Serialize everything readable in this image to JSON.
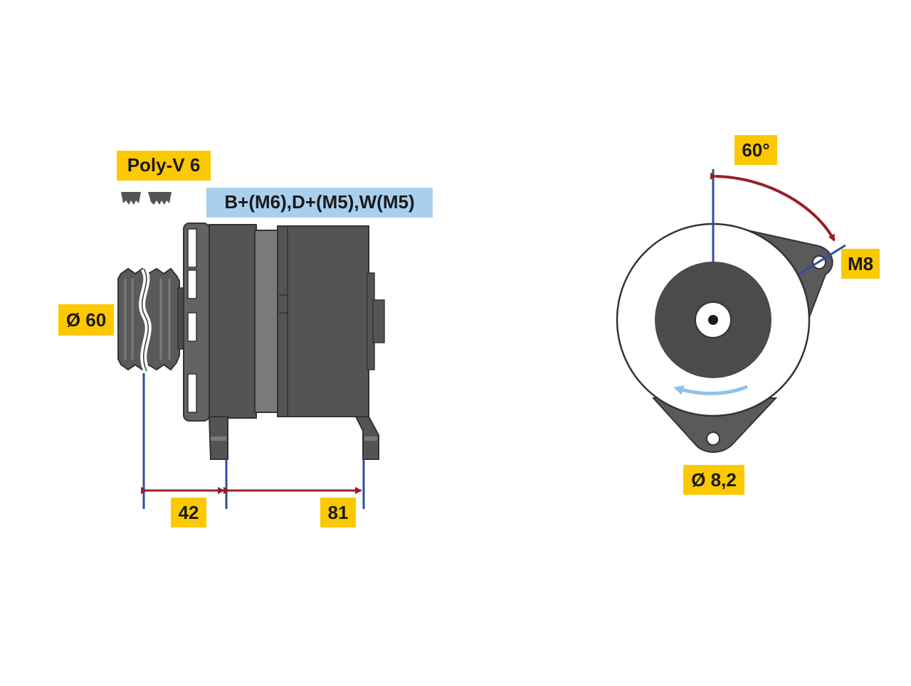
{
  "colors": {
    "label_yellow": "#fcc800",
    "label_blue": "#a9cfee",
    "dim_line_blue": "#2b4fa0",
    "arrow_red": "#9a1e28",
    "body_dark": "#545456",
    "body_mid": "#6a6a6c",
    "hub_dark": "#4b4b4d",
    "rotation_arrow": "#8fc3ea"
  },
  "labels": {
    "belt": "Poly-V 6",
    "terminals": "B+(M6),D+(M5),W(M5)",
    "pulley_diameter": "Ø 60",
    "dim_pulley_to_flange": "42",
    "dim_flange_to_foot": "81",
    "angle": "60°",
    "mount_thread": "M8",
    "mount_hole": "Ø 8,2"
  },
  "icons": {
    "belt_profile": "poly-v-belt-profile-icon",
    "rotation": "counterclockwise-rotation-arrow-icon"
  }
}
